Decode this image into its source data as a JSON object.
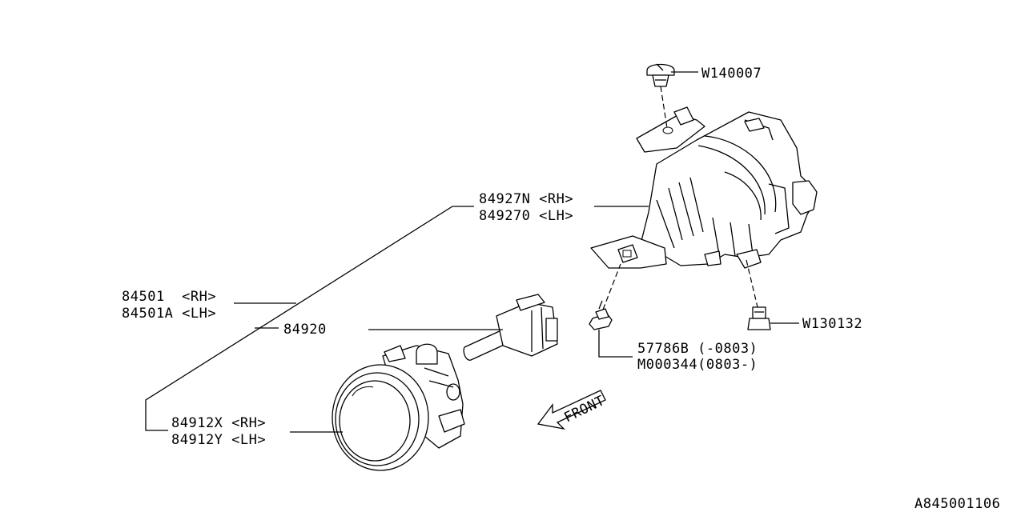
{
  "parts": {
    "clip": "W140007",
    "bracket_rh": "84927N <RH>",
    "bracket_lh": "849270 <LH>",
    "assy_rh": "84501  <RH>",
    "assy_lh": "84501A <LH>",
    "bulb": "84920",
    "lamp_rh": "84912X <RH>",
    "lamp_lh": "84912Y <LH>",
    "screw_a": "57786B (-0803)",
    "screw_b": "M000344(0803-)",
    "nut": "W130132"
  },
  "front_label": "FRONT",
  "diagram_id": "A845001106"
}
